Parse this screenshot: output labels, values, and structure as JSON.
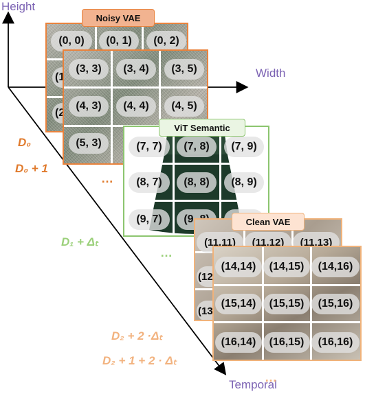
{
  "axes": {
    "height_label": "Height",
    "width_label": "Width",
    "temporal_label": "Temporal"
  },
  "colors": {
    "axis_label": "#7b62b3",
    "noisy": "#e9823c",
    "noisy_tag_bg": "#f2b390",
    "vit": "#8cc56f",
    "vit_tag_bg": "#eaf5e3",
    "clean": "#f0b27a",
    "clean_tag_bg": "#fde3d2",
    "dim_orange": "#e07a2c",
    "dim_green": "#9bd07a",
    "dim_peach": "#f2b27e"
  },
  "noisy_back": {
    "tag": "Noisy VAE",
    "top_row": [
      "(0, 0)",
      "(0, 1)",
      "(0, 2)"
    ],
    "left_col": [
      "(1",
      "(2"
    ]
  },
  "noisy_front": {
    "cells": [
      [
        "(3, 3)",
        "(3, 4)",
        "(3, 5)"
      ],
      [
        "(4, 3)",
        "(4, 4)",
        "(4, 5)"
      ],
      [
        "(5, 3)"
      ]
    ]
  },
  "vit": {
    "tag": "ViT Semantic",
    "cells": [
      [
        "(7, 7)",
        "(7, 8)",
        "(7, 9)"
      ],
      [
        "(8, 7)",
        "(8, 8)",
        "(8, 9)"
      ],
      [
        "(9, 7)",
        "(9, 8)",
        "(9, 9)"
      ]
    ]
  },
  "clean_back": {
    "tag": "Clean VAE",
    "top_row": [
      "(11,11)",
      "(11,12)",
      "(11,13)"
    ],
    "left_col": [
      "(12",
      "(13"
    ]
  },
  "clean_front": {
    "cells": [
      [
        "(14,14)",
        "(14,15)",
        "(14,16)"
      ],
      [
        "(15,14)",
        "(15,15)",
        "(15,16)"
      ],
      [
        "(16,14)",
        "(16,15)",
        "(16,16)"
      ]
    ]
  },
  "dimension_labels": {
    "d0": "D₀",
    "d0_plus_1": "D₀ + 1",
    "d1_plus_delta": "D₁ +  Δₜ",
    "d2_plus_2delta": "D₂ + 2 ·Δₜ",
    "d2_plus_1_plus_2delta": "D₂ + 1 + 2 ·  Δₜ"
  },
  "ellipses": [
    "…",
    "…",
    "…"
  ]
}
